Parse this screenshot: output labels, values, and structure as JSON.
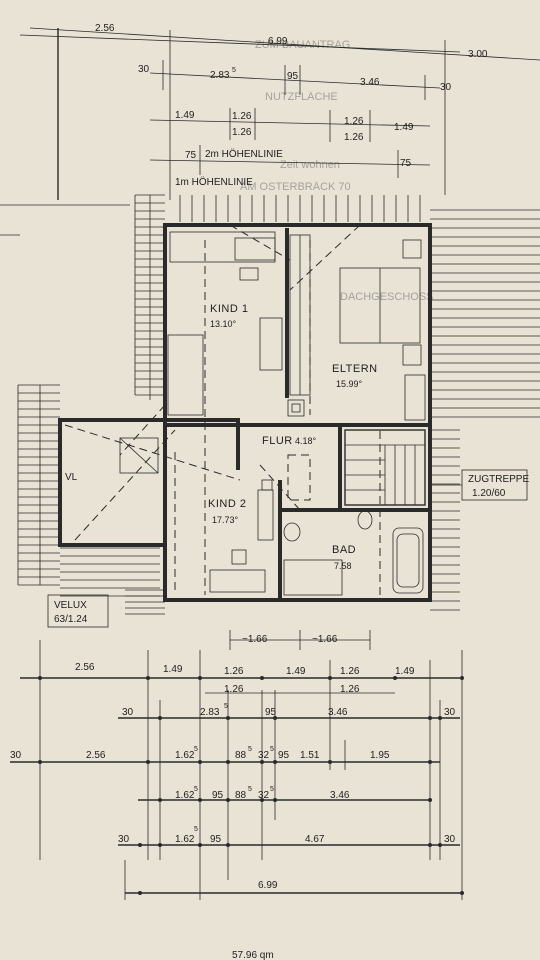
{
  "rooms": {
    "kind1": {
      "name": "KIND 1",
      "area": "13.10°"
    },
    "eltern": {
      "name": "ELTERN",
      "area": "15.99°"
    },
    "flur": {
      "name": "FLUR",
      "area": "4.18°"
    },
    "kind2": {
      "name": "KIND 2",
      "area": "17.73°"
    },
    "bad": {
      "name": "BAD",
      "area": "7.58"
    }
  },
  "labels": {
    "hoehenlinie_2m": "2m HÖHENLINIE",
    "hoehenlinie_1m": "1m HÖHENLINIE",
    "vl": "VL",
    "velux": "VELUX",
    "velux_size": "63/1.24",
    "zugtreppe": "ZUGTREPPE",
    "zugtreppe_size": "1.20/60",
    "bottom_note": "57.96 qm"
  },
  "ghost_text": [
    "ZUM BAUANTRAG",
    "NUTZFLÄCHE",
    "AM OSTERBRÄCK 70",
    "DACHGESCHOSS",
    "Zeit wohnen"
  ],
  "dims_top": {
    "r1": [
      "2.56",
      "6.99",
      "3.00"
    ],
    "r2": [
      "30",
      "2.83",
      "5",
      "95",
      "3.46",
      "30"
    ],
    "r3": [
      "1.49",
      "1.26",
      "1.26",
      "1.26",
      "1.26",
      "1.49"
    ],
    "r4": [
      "75",
      "75"
    ]
  },
  "dims_mid": [
    "~1.66",
    "~1.66"
  ],
  "dims_bottom": {
    "r1": [
      "2.56",
      "1.49",
      "1.26",
      "1.49",
      "1.26",
      "1.49"
    ],
    "r2": [
      "1.26",
      "1.26"
    ],
    "r3": [
      "30",
      "2.83",
      "5",
      "95",
      "3.46",
      "30"
    ],
    "r4": [
      "30",
      "2.56",
      "1.62",
      "5",
      "88",
      "5",
      "32",
      "5",
      "95",
      "1.51",
      "1.95"
    ],
    "r5": [
      "1.62",
      "5",
      "95",
      "88",
      "5",
      "32",
      "5",
      "3.46"
    ],
    "r6": [
      "30",
      "1.62",
      "5",
      "95",
      "4.67",
      "30"
    ],
    "r7": [
      "6.99"
    ]
  }
}
